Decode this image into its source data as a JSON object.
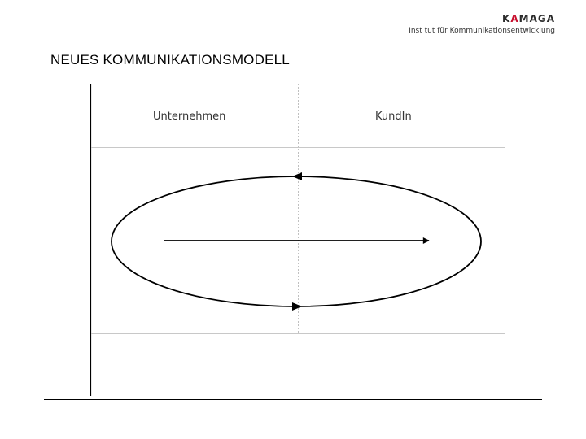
{
  "logo": {
    "name": "KAMAGA",
    "subtitle": "Inst tut für Kommunikationsentwicklung"
  },
  "slide": {
    "title": "NEUES KOMMUNIKATIONSMODELL"
  },
  "diagram": {
    "left_column_label": "Unternehmen",
    "right_column_label": "KundIn"
  },
  "colors": {
    "accent_red": "#c8102e",
    "line": "#000000",
    "grid": "#c8c8c8"
  }
}
